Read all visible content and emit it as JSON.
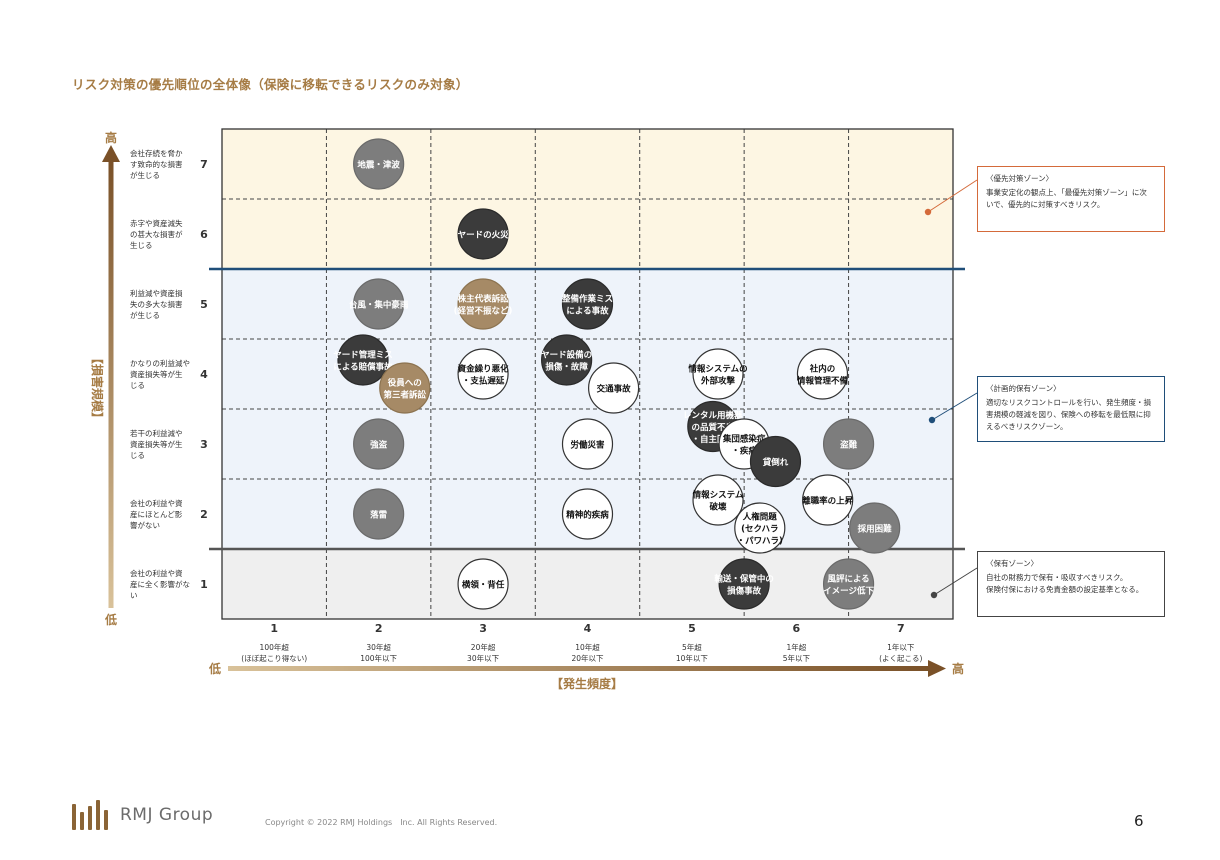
{
  "page": {
    "title": "リスク対策の優先順位の全体像（保険に移転できるリスクのみ対象）",
    "page_number": "6",
    "logo_text": "RMJ Group",
    "copyright": "Copyright © 2022 RMJ Holdings　Inc. All Rights Reserved."
  },
  "colors": {
    "accent": "#a67c45",
    "priority_zone_bg": "#fdf6e3",
    "planned_zone_bg": "#eef3fa",
    "retention_zone_bg": "#efefef",
    "priority_line": "#1f4e79",
    "retention_line": "#555555",
    "priority_box_border": "#d46a3a",
    "planned_box_border": "#1f4e79",
    "retention_box_border": "#444444",
    "bubble_dark": "#3b3b3b",
    "bubble_gray": "#7d7d7d",
    "bubble_tan": "#a68a66",
    "bubble_white": "#ffffff"
  },
  "zones": {
    "priority": {
      "title": "〈優先対策ゾーン〉",
      "lines": [
        "事業安定化の観点上、「最優先対策ゾーン」に次",
        "いで、優先的に対策すべきリスク。"
      ]
    },
    "planned": {
      "title": "〈計画的保有ゾーン〉",
      "lines": [
        "適切なリスクコントロールを行い、発生頻度・損",
        "害規模の軽減を図り、保険への移転を最低限に抑",
        "えるべきリスクゾーン。"
      ]
    },
    "retention": {
      "title": "〈保有ゾーン〉",
      "lines": [
        "自社の財務力で保有・吸収すべきリスク。",
        "保険付保における免責金額の設定基準となる。"
      ]
    }
  },
  "chart_data": {
    "type": "scatter",
    "xlabel": "【発生頻度】",
    "ylabel": "【損害規模】",
    "x_low": "低",
    "x_high": "高",
    "y_low": "低",
    "y_high": "高",
    "xlim": [
      1,
      7
    ],
    "ylim": [
      1,
      7
    ],
    "x_ticks": [
      {
        "value": 1,
        "label": "1",
        "desc": [
          "100年超",
          "(ほぼ起こり得ない)"
        ]
      },
      {
        "value": 2,
        "label": "2",
        "desc": [
          "30年超",
          "100年以下"
        ]
      },
      {
        "value": 3,
        "label": "3",
        "desc": [
          "20年超",
          "30年以下"
        ]
      },
      {
        "value": 4,
        "label": "4",
        "desc": [
          "10年超",
          "20年以下"
        ]
      },
      {
        "value": 5,
        "label": "5",
        "desc": [
          "5年超",
          "10年以下"
        ]
      },
      {
        "value": 6,
        "label": "6",
        "desc": [
          "1年超",
          "5年以下"
        ]
      },
      {
        "value": 7,
        "label": "7",
        "desc": [
          "1年以下",
          "(よく起こる)"
        ]
      }
    ],
    "y_ticks": [
      {
        "value": 7,
        "label": "7",
        "desc": [
          "会社存続を脅か",
          "す致命的な損害",
          "が生じる"
        ]
      },
      {
        "value": 6,
        "label": "6",
        "desc": [
          "赤字や資産減失",
          "の甚大な損害が",
          "生じる"
        ]
      },
      {
        "value": 5,
        "label": "5",
        "desc": [
          "利益減や資産損",
          "失の多大な損害",
          "が生じる"
        ]
      },
      {
        "value": 4,
        "label": "4",
        "desc": [
          "かなりの利益減や",
          "資産損失等が生",
          "じる"
        ]
      },
      {
        "value": 3,
        "label": "3",
        "desc": [
          "若干の利益減や",
          "資産損失等が生",
          "じる"
        ]
      },
      {
        "value": 2,
        "label": "2",
        "desc": [
          "会社の利益や資",
          "産にほとんど影",
          "響がない"
        ]
      },
      {
        "value": 1,
        "label": "1",
        "desc": [
          "会社の利益や資",
          "産に全く影響がな",
          "い"
        ]
      }
    ],
    "zone_boundaries": {
      "priority_min": 5.5,
      "retention_max": 1.5
    },
    "points": [
      {
        "label": [
          "地震・津波"
        ],
        "x": 2,
        "y": 7,
        "style": "gray"
      },
      {
        "label": [
          "ヤードの火災"
        ],
        "x": 3,
        "y": 6,
        "style": "dark"
      },
      {
        "label": [
          "台風・集中豪雨"
        ],
        "x": 2,
        "y": 5,
        "style": "gray"
      },
      {
        "label": [
          "株主代表訴訟",
          "(経営不振など)"
        ],
        "x": 3,
        "y": 5,
        "style": "tan"
      },
      {
        "label": [
          "整備作業ミス",
          "による事故"
        ],
        "x": 4,
        "y": 5,
        "style": "dark"
      },
      {
        "label": [
          "ヤード管理ミス",
          "による賠償事故"
        ],
        "x": 1.85,
        "y": 4.2,
        "style": "dark"
      },
      {
        "label": [
          "役員への",
          "第三者訴訟"
        ],
        "x": 2.25,
        "y": 3.8,
        "style": "tan"
      },
      {
        "label": [
          "資金繰り悪化",
          "・支払遅延"
        ],
        "x": 3,
        "y": 4,
        "style": "white"
      },
      {
        "label": [
          "ヤード設備の",
          "損傷・故障"
        ],
        "x": 3.8,
        "y": 4.2,
        "style": "dark"
      },
      {
        "label": [
          "交通事故"
        ],
        "x": 4.25,
        "y": 3.8,
        "style": "white"
      },
      {
        "label": [
          "情報システムの",
          "外部攻撃"
        ],
        "x": 5.25,
        "y": 4,
        "style": "white"
      },
      {
        "label": [
          "社内の",
          "情報管理不備"
        ],
        "x": 6.25,
        "y": 4,
        "style": "white"
      },
      {
        "label": [
          "レンタル用機器",
          "の品質不良",
          "・自主回収"
        ],
        "x": 5.2,
        "y": 3.25,
        "style": "dark"
      },
      {
        "label": [
          "集団感染症",
          "・疾病"
        ],
        "x": 5.5,
        "y": 3,
        "style": "white"
      },
      {
        "label": [
          "貸倒れ"
        ],
        "x": 5.8,
        "y": 2.75,
        "style": "dark"
      },
      {
        "label": [
          "強盗"
        ],
        "x": 2,
        "y": 3,
        "style": "gray"
      },
      {
        "label": [
          "労働災害"
        ],
        "x": 4,
        "y": 3,
        "style": "white"
      },
      {
        "label": [
          "盗難"
        ],
        "x": 6.5,
        "y": 3,
        "style": "gray"
      },
      {
        "label": [
          "落雷"
        ],
        "x": 2,
        "y": 2,
        "style": "gray"
      },
      {
        "label": [
          "精神的疾病"
        ],
        "x": 4,
        "y": 2,
        "style": "white"
      },
      {
        "label": [
          "情報システム",
          "破壊"
        ],
        "x": 5.25,
        "y": 2.2,
        "style": "white"
      },
      {
        "label": [
          "人権問題",
          "(セクハラ",
          "・パワハラ)"
        ],
        "x": 5.65,
        "y": 1.8,
        "style": "white"
      },
      {
        "label": [
          "離職率の上昇"
        ],
        "x": 6.3,
        "y": 2.2,
        "style": "white"
      },
      {
        "label": [
          "採用困難"
        ],
        "x": 6.75,
        "y": 1.8,
        "style": "gray"
      },
      {
        "label": [
          "横領・背任"
        ],
        "x": 3,
        "y": 1,
        "style": "white"
      },
      {
        "label": [
          "輸送・保管中の",
          "損傷事故"
        ],
        "x": 5.5,
        "y": 1,
        "style": "dark"
      },
      {
        "label": [
          "風評による",
          "イメージ低下"
        ],
        "x": 6.5,
        "y": 1,
        "style": "gray"
      }
    ]
  }
}
